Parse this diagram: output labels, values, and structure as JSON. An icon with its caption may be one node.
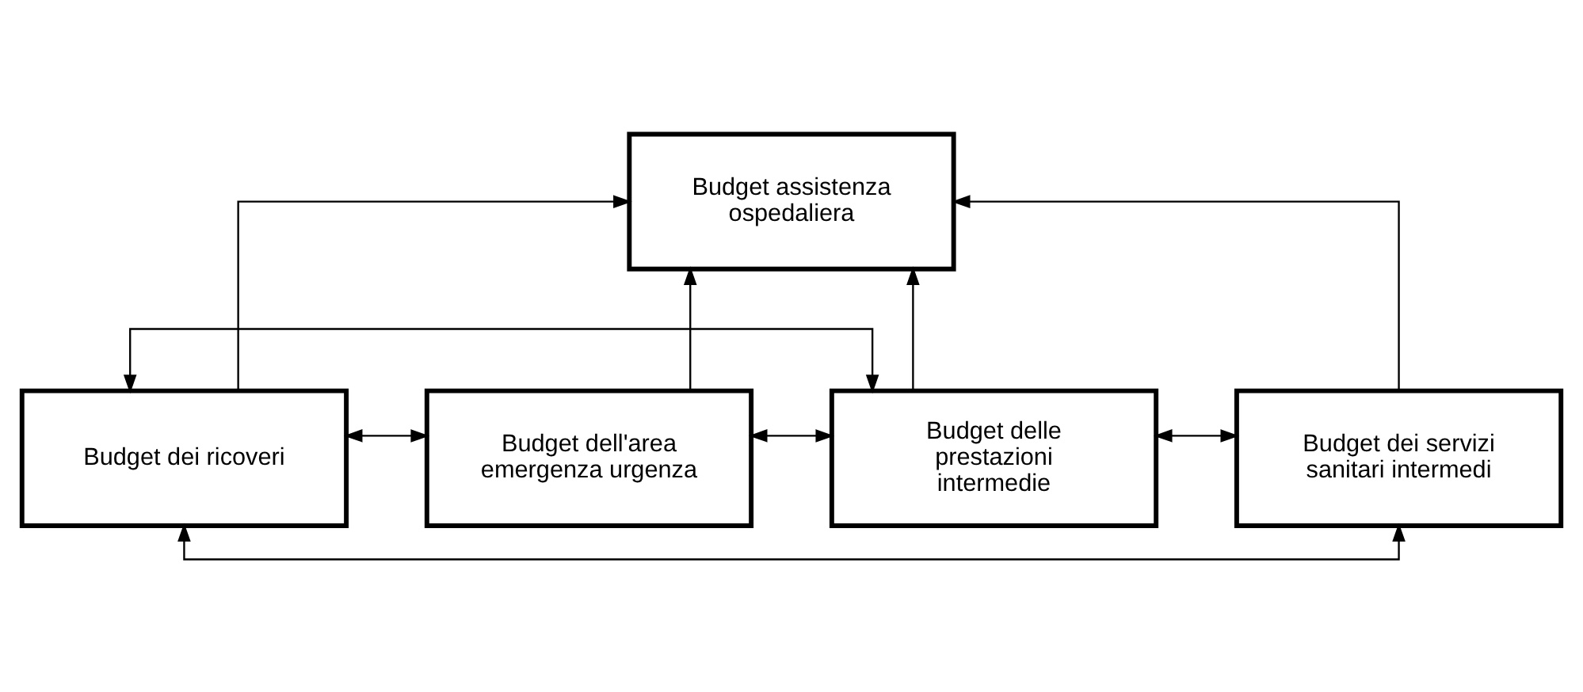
{
  "diagram": {
    "nodes": [
      {
        "text": [
          "Budget assistenza ospedaliera"
        ]
      },
      {
        "text": [
          "Budget dei ricoveri"
        ]
      },
      {
        "text": [
          "Budget dell'area emergenza urgenza"
        ]
      },
      {
        "text": [
          "Budget delle prestazioni intermedie"
        ]
      },
      {
        "text": [
          "Budget dei servizi sanitari intermedi"
        ]
      }
    ],
    "edges": [
      {
        "from": 1,
        "to": 0,
        "arrow": "to"
      },
      {
        "from": 2,
        "to": 0,
        "arrow": "to"
      },
      {
        "from": 3,
        "to": 0,
        "arrow": "to"
      },
      {
        "from": 4,
        "to": 0,
        "arrow": "to"
      },
      {
        "from": 1,
        "to": 2,
        "arrow": "both"
      },
      {
        "from": 2,
        "to": 3,
        "arrow": "both"
      },
      {
        "from": 3,
        "to": 4,
        "arrow": "both"
      },
      {
        "from": 1,
        "to": 3,
        "arrow": "both"
      },
      {
        "from": 1,
        "to": 4,
        "arrow": "both"
      }
    ]
  }
}
